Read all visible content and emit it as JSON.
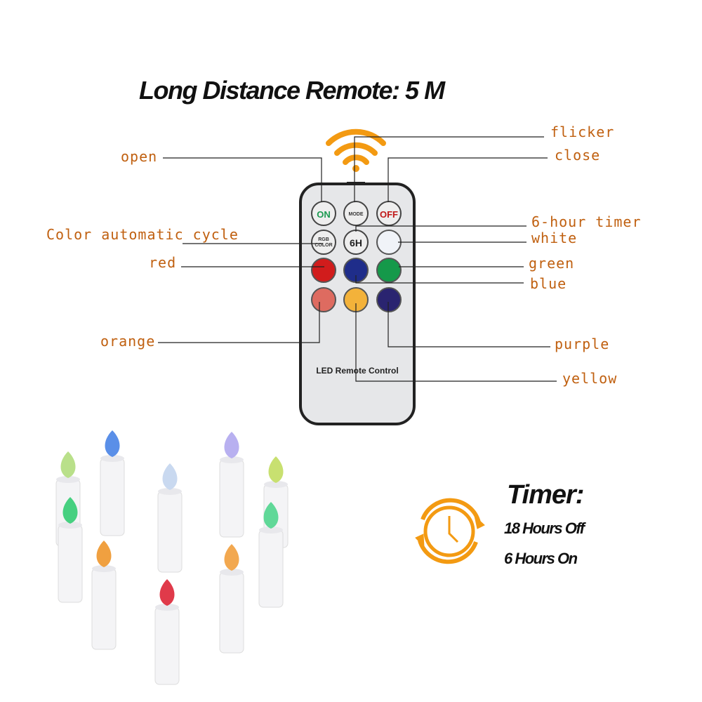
{
  "title": "Long Distance Remote: 5 M",
  "remote": {
    "label": "LED Remote Control",
    "buttons": {
      "on": "ON",
      "mode": "MODE",
      "off": "OFF",
      "rgb": "RGB",
      "color": "COLOR",
      "timer": "6H"
    },
    "colors": {
      "white": "#f0f3f8",
      "red": "#d11c1c",
      "blue": "#1f2d8a",
      "green": "#15994a",
      "orange": "#de6b60",
      "yellow": "#f3b23a",
      "purple": "#2a2470"
    }
  },
  "labels": {
    "open": "open",
    "flicker": "flicker",
    "close": "close",
    "six_hour_timer": "6-hour timer",
    "white": "white",
    "color_cycle": "Color automatic cycle",
    "red": "red",
    "green": "green",
    "blue": "blue",
    "orange": "orange",
    "purple": "purple",
    "yellow": "yellow"
  },
  "accent_color": "#f39a12",
  "label_color": "#c06010",
  "timer": {
    "title": "Timer:",
    "line1": "18 Hours Off",
    "line2": "6 Hours On"
  },
  "candles": {
    "flame_colors": [
      "#b9e08a",
      "#5a8fe8",
      "#c9d9f0",
      "#b8b0f0",
      "#c8e070",
      "#46d080",
      "#f0a040",
      "#60d898",
      "#e03a4a",
      "#f2a850"
    ]
  }
}
